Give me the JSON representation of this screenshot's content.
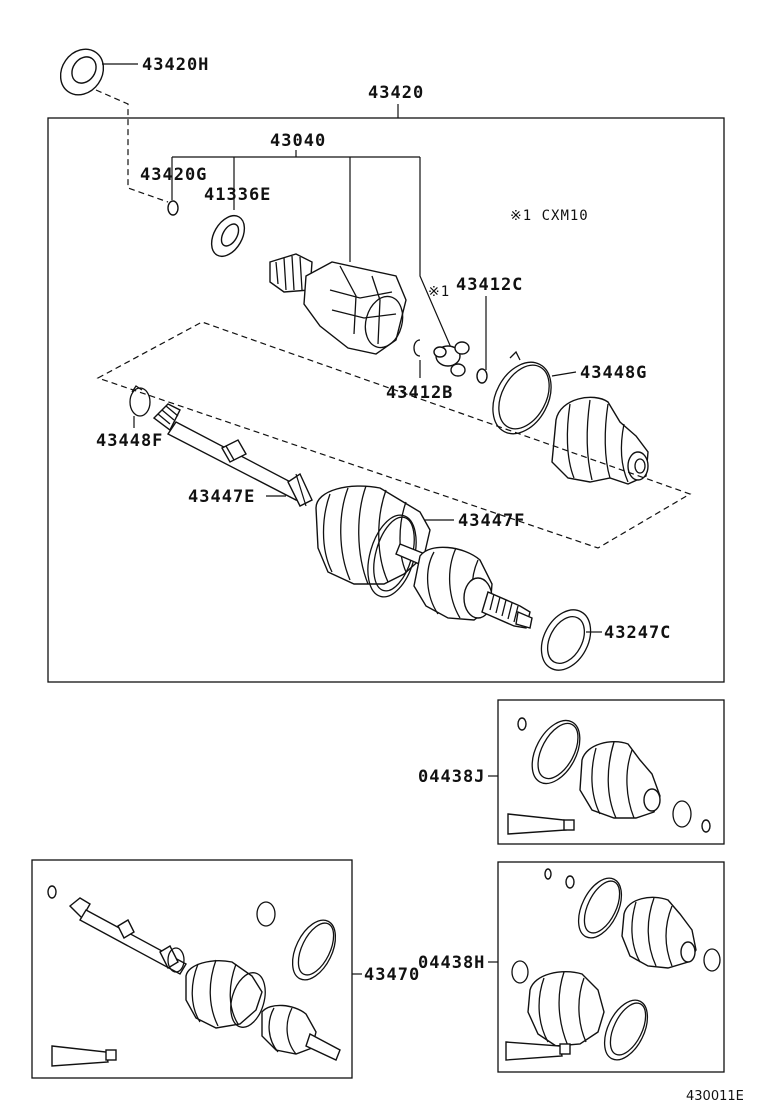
{
  "labels": {
    "l_43420H": "43420H",
    "l_43420": "43420",
    "l_43040": "43040",
    "l_43420G": "43420G",
    "l_41336E": "41336E",
    "l_note": "※1 CXM10",
    "l_mark1": "※1",
    "l_43412C": "43412C",
    "l_43448G": "43448G",
    "l_43412B": "43412B",
    "l_43448F": "43448F",
    "l_43447E": "43447E",
    "l_43447F": "43447F",
    "l_43247C": "43247C",
    "l_04438J": "04438J",
    "l_43470": "43470",
    "l_04438H": "04438H",
    "l_code": "430011E"
  }
}
